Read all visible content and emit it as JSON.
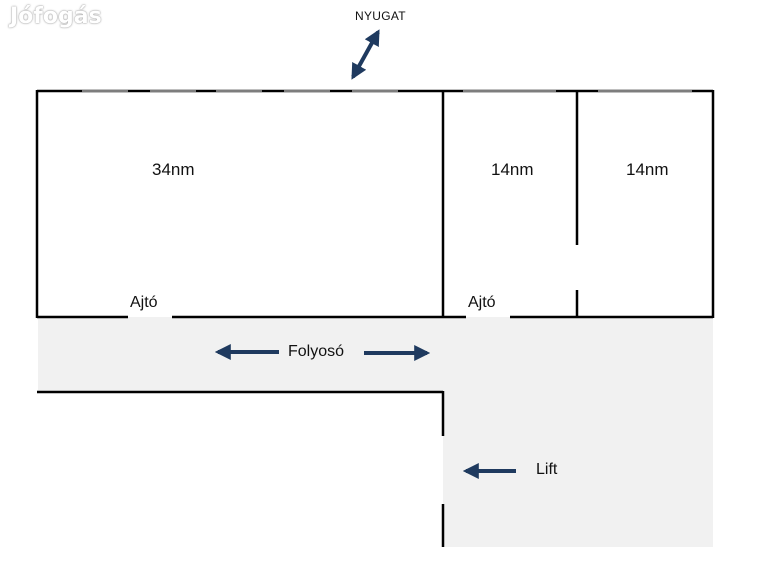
{
  "watermark": "Jófogás",
  "compass": {
    "label": "NYUGAT",
    "icon": "double-arrow-icon"
  },
  "rooms": [
    {
      "id": "room-large",
      "area_label": "34nm"
    },
    {
      "id": "room-middle",
      "area_label": "14nm"
    },
    {
      "id": "room-right",
      "area_label": "14nm"
    }
  ],
  "doors": [
    {
      "id": "door-large",
      "label": "Ajtó"
    },
    {
      "id": "door-middle",
      "label": "Ajtó"
    }
  ],
  "corridor": {
    "label": "Folyosó"
  },
  "lift": {
    "label": "Lift"
  },
  "colors": {
    "wall": "#000000",
    "corridor_fill": "#f1f1f1",
    "arrow": "#1f3a5f",
    "background": "#ffffff"
  }
}
